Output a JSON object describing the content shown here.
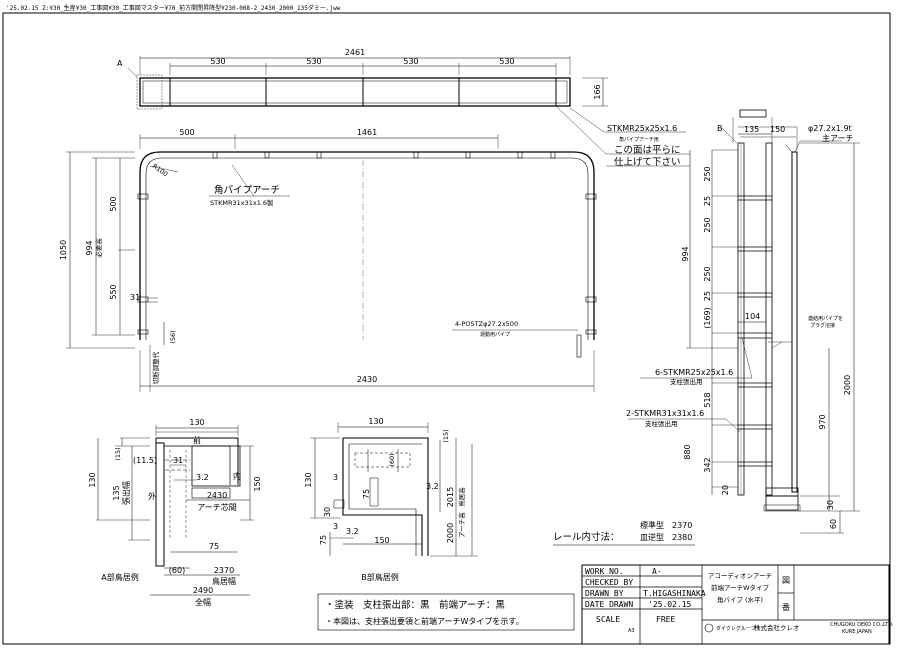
{
  "file_path": "'25.02.15 Z:¥30_生産¥30_工事図¥30_工事図マスター¥70_前方開閉昇降型¥230-008-2_2430_2000_135ダミー.jww",
  "top_view": {
    "d_total": "2461",
    "d_seg1": "530",
    "d_seg2": "530",
    "d_seg3": "530",
    "d_seg4": "530",
    "d_right": "166",
    "label_a": "A",
    "note_pipe": "STKMR25x25x1.6",
    "note_pipe_sub": "角パイプアーチ用",
    "note_flat1": "この面は平らに",
    "note_flat2": "仕上げて下さい"
  },
  "front_view": {
    "d_left": "500",
    "d_mid": "1461",
    "d_r": "R100",
    "label_arch": "角パイプアーチ",
    "label_arch_spec": "STKMR31x31x1.6製",
    "d_1050": "1050",
    "d_994": "994",
    "d_994_sub": "必要高",
    "d_500v": "500",
    "d_550": "550",
    "d_31": "31",
    "d_56": "(56)",
    "label_cut": "切断調整代",
    "label_post": "4-POSTZφ27.2x500",
    "label_post_sub": "運動用パイプ",
    "d_bottom": "2430"
  },
  "side_view": {
    "label_b": "B",
    "d_135": "135",
    "d_150": "150",
    "label_pipe": "φ27.2x1.9t",
    "label_pipe_sub": "主アーチ",
    "d_250a": "250",
    "d_25a": "25",
    "d_250b": "250",
    "d_250c": "250",
    "d_25b": "25",
    "d_994": "994",
    "d_169": "(169)",
    "d_104": "104",
    "label_note": "連結用パイプを",
    "label_note2": "プラグ溶接",
    "label_6stk": "6-STKMR25x25x1.6",
    "label_6stk_sub": "支柱張出用",
    "d_518": "518",
    "label_2stk": "2-STKMR31x31x1.6",
    "label_2stk_sub": "支柱張出用",
    "d_880": "880",
    "d_342": "342",
    "d_20": "20",
    "d_2000": "2000",
    "d_970": "970",
    "d_30": "30",
    "d_60": "60"
  },
  "detail_a": {
    "d_130": "130",
    "label_front": "前",
    "d_15": "(15)",
    "d_115": "(11.5)",
    "d_31": "31",
    "d_32": "3.2",
    "label_in": "内",
    "d_130v": "130",
    "d_135": "135",
    "label_bracket": "張出幅",
    "label_out": "外",
    "d_150": "150",
    "d_2430": "2430",
    "label_arch_gap": "アーチ芯間",
    "d_75": "75",
    "d_60": "(60)",
    "d_2370": "2370",
    "label_torii": "鳥居幅",
    "d_2490": "2490",
    "label_full": "全幅",
    "title": "A部鳥居例"
  },
  "detail_b": {
    "d_130": "130",
    "d_15": "(15)",
    "d_60": "(60)",
    "d_130v": "130",
    "d_3": "3",
    "d_75": "75",
    "d_32a": "3.2",
    "d_2015": "2015",
    "label_torii_h": "鳥居高",
    "d_2000": "2000",
    "label_arch_h": "アーチ高",
    "d_30": "30",
    "d_3b": "3",
    "d_32b": "3.2",
    "d_75b": "75",
    "d_150": "150",
    "title": "B部鳥居例"
  },
  "rail": {
    "label": "レール内寸法：",
    "std_label": "標準型",
    "std_val": "2370",
    "rev_label": "皿逆型",
    "rev_val": "2380"
  },
  "notes": {
    "line1": "・塗装　支柱張出部：黒　前端アーチ：黒",
    "line2": "・本図は、支柱張出要領と前端アーチWタイプを示す。"
  },
  "title_block": {
    "work_no_label": "WORK NO.",
    "work_no": "A-",
    "checked_label": "CHECKED BY",
    "checked": "",
    "drawn_label": "DRAWN BY",
    "drawn": "T.HIGASHINAKA",
    "date_label": "DATE DRAWN",
    "date": "'25.02.15",
    "scale_label": "SCALE",
    "scale": "FREE",
    "scale_mark": "A3",
    "title1": "アコーディオンアーチ",
    "title2": "前端アーチWタイプ",
    "title3": "角パイプ (水平)",
    "fig_label1": "図",
    "fig_label2": "番",
    "company_group": "ダイクレグループ",
    "company": "株式会社クレオ",
    "company_en1": "CHUGOKU DEKO CO.,LTD.",
    "company_en2": "KURE JAPAN"
  }
}
